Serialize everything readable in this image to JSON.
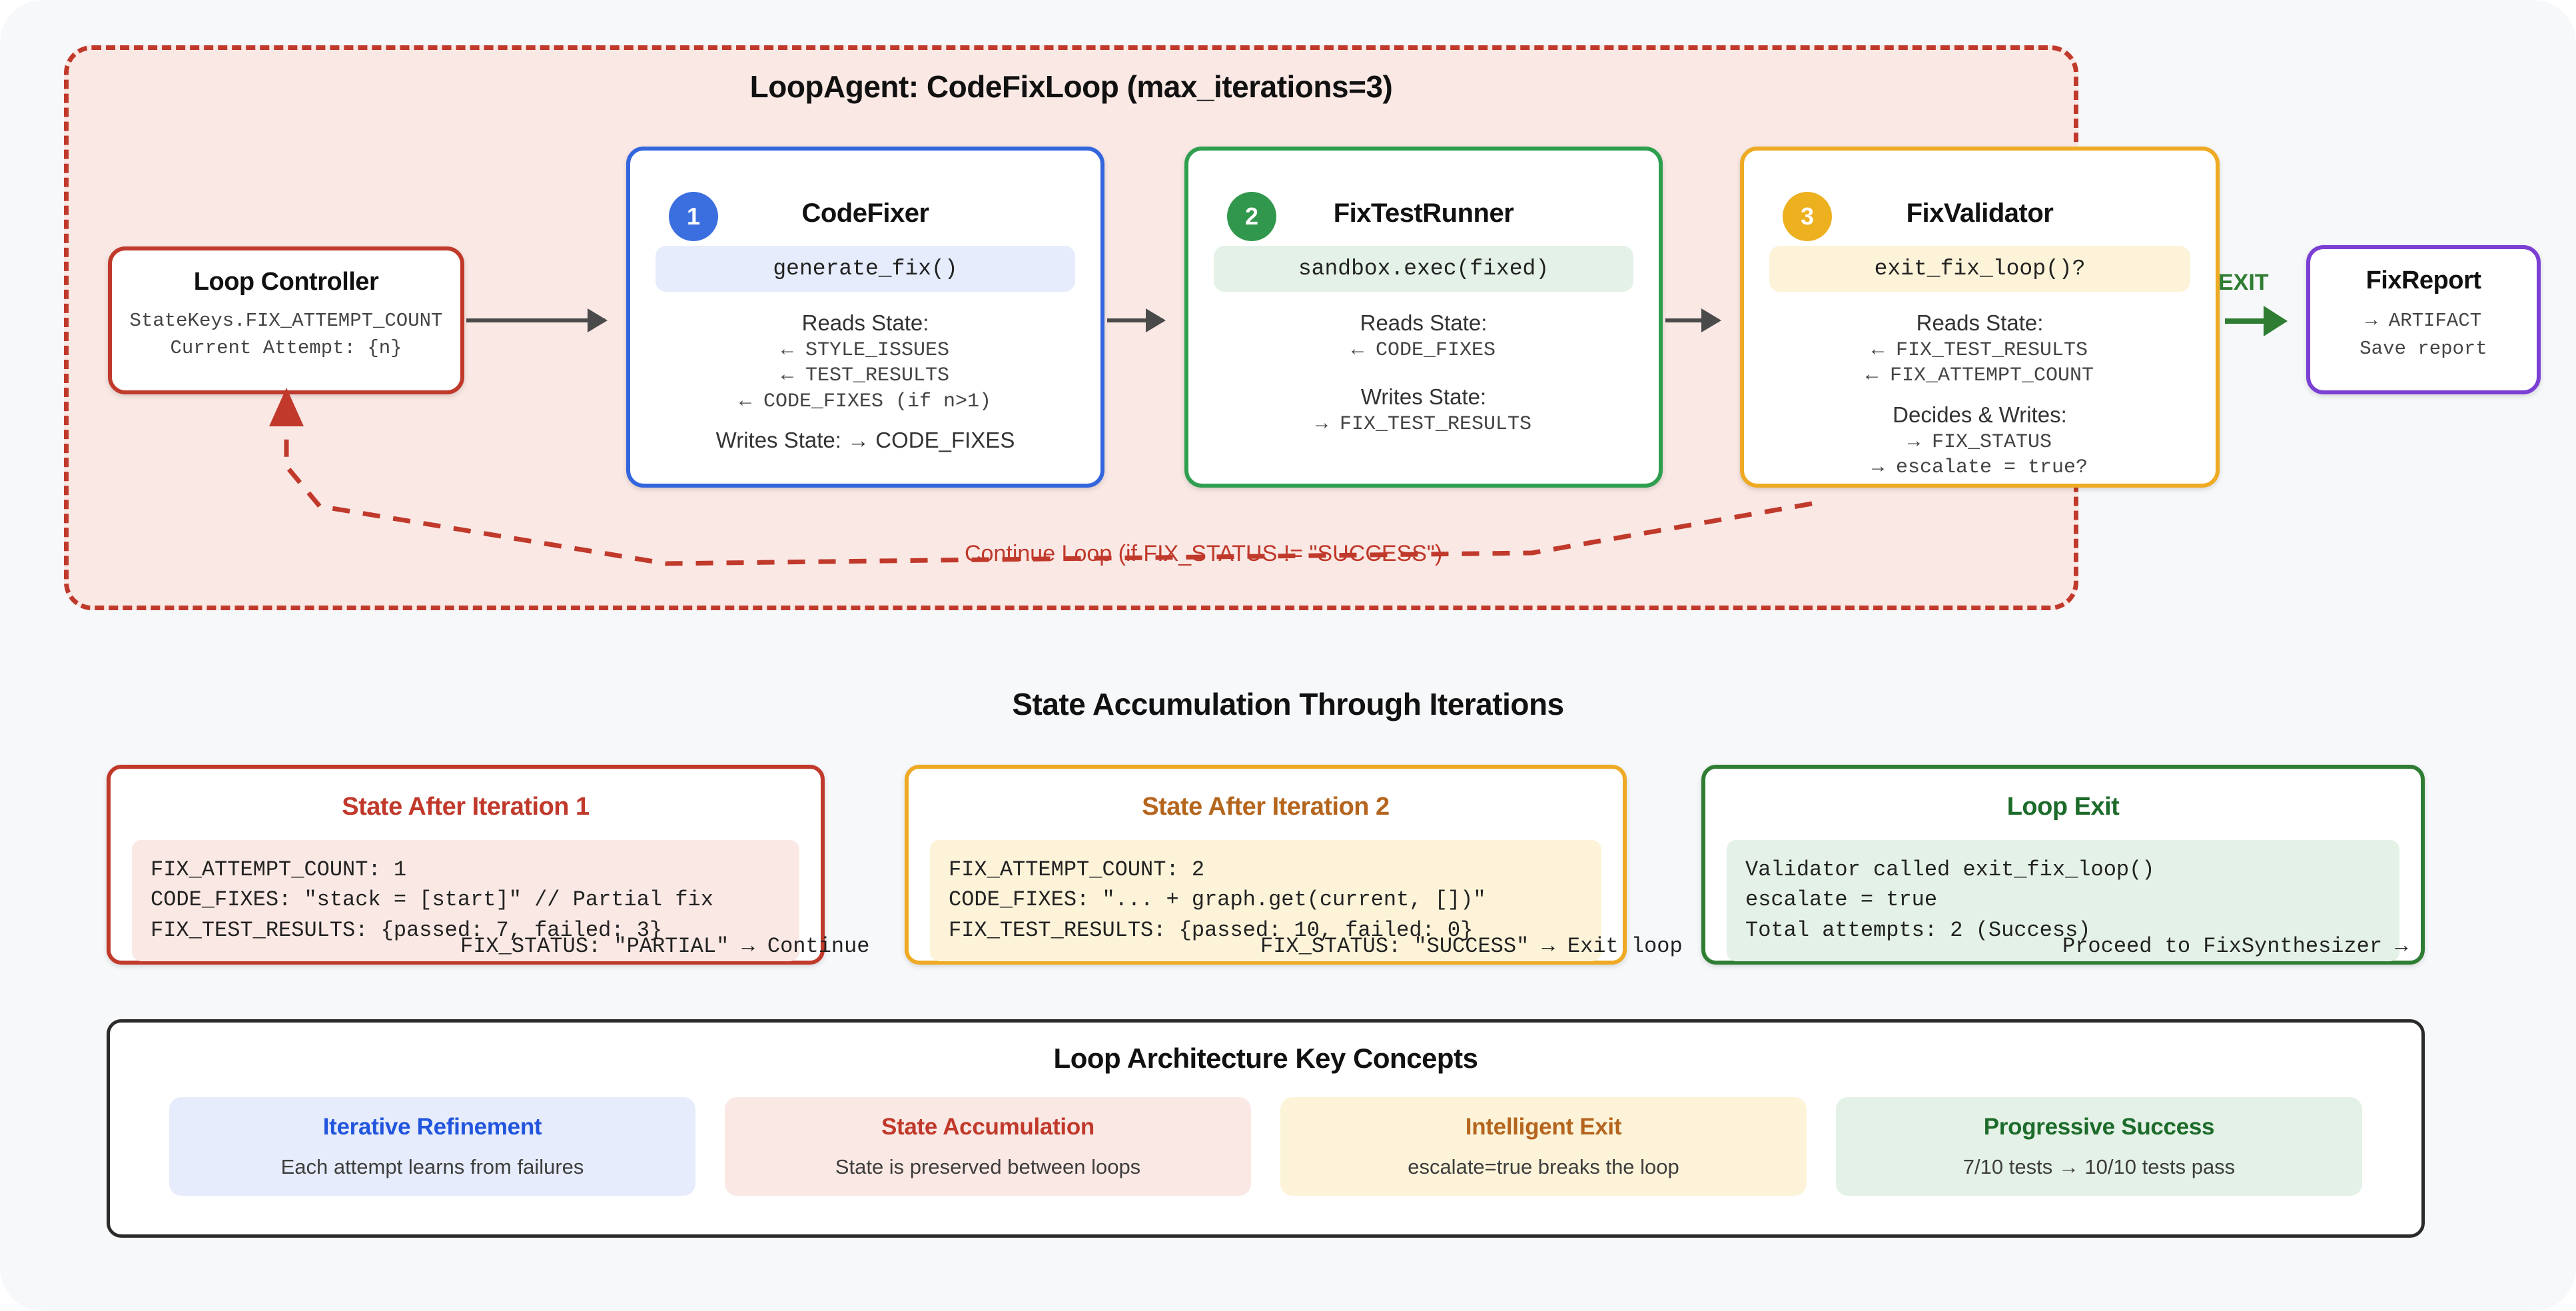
{
  "loop": {
    "title": "LoopAgent: CodeFixLoop (max_iterations=3)",
    "continue_label": "Continue Loop (if FIX_STATUS != \"SUCCESS\")",
    "exit_label": "EXIT"
  },
  "controller": {
    "title": "Loop Controller",
    "line1": "StateKeys.FIX_ATTEMPT_COUNT",
    "line2": "Current Attempt: {n}"
  },
  "agents": [
    {
      "badge": "1",
      "title": "CodeFixer",
      "code": "generate_fix()",
      "reads_head": "Reads State:",
      "reads": [
        "← STYLE_ISSUES",
        "← TEST_RESULTS",
        "← CODE_FIXES (if n>1)"
      ],
      "writes_head": "Writes State: → CODE_FIXES",
      "writes": []
    },
    {
      "badge": "2",
      "title": "FixTestRunner",
      "code": "sandbox.exec(fixed)",
      "reads_head": "Reads State:",
      "reads": [
        "← CODE_FIXES"
      ],
      "writes_head": "Writes State:",
      "writes": [
        "→ FIX_TEST_RESULTS"
      ]
    },
    {
      "badge": "3",
      "title": "FixValidator",
      "code": "exit_fix_loop()?",
      "reads_head": "Reads State:",
      "reads": [
        "← FIX_TEST_RESULTS",
        "← FIX_ATTEMPT_COUNT"
      ],
      "writes_head": "Decides & Writes:",
      "writes": [
        "→ FIX_STATUS",
        "→ escalate = true?"
      ]
    }
  ],
  "fix_report": {
    "title": "FixReport",
    "line1": "→ ARTIFACT",
    "line2": "Save report"
  },
  "state_section": {
    "heading": "State Accumulation Through Iterations",
    "cards": [
      {
        "title": "State After Iteration 1",
        "lines": [
          "FIX_ATTEMPT_COUNT: 1",
          "CODE_FIXES: \"stack = [start]\" // Partial fix",
          "FIX_TEST_RESULTS: {passed: 7, failed: 3}"
        ],
        "footer": "FIX_STATUS: \"PARTIAL\" → Continue"
      },
      {
        "title": "State After Iteration 2",
        "lines": [
          "FIX_ATTEMPT_COUNT: 2",
          "CODE_FIXES: \"... + graph.get(current, [])\"",
          "FIX_TEST_RESULTS: {passed: 10, failed: 0}"
        ],
        "footer": "FIX_STATUS: \"SUCCESS\" → Exit loop"
      },
      {
        "title": "Loop Exit",
        "lines": [
          "Validator called exit_fix_loop()",
          "escalate = true",
          "Total attempts: 2 (Success)"
        ],
        "footer": "Proceed to FixSynthesizer →"
      }
    ]
  },
  "key_concepts": {
    "title": "Loop Architecture Key Concepts",
    "items": [
      {
        "title": "Iterative Refinement",
        "sub": "Each attempt learns from failures"
      },
      {
        "title": "State Accumulation",
        "sub": "State is preserved between loops"
      },
      {
        "title": "Intelligent Exit",
        "sub": "escalate=true breaks the loop"
      },
      {
        "title": "Progressive Success",
        "sub": "7/10 tests → 10/10 tests pass"
      }
    ]
  },
  "colors": {
    "loop_border": "#c0392b",
    "agent1": "#3366dd",
    "agent2": "#2e9e4f",
    "agent3": "#eeaa22",
    "report": "#7b3fd4",
    "exit": "#2e7d32"
  }
}
